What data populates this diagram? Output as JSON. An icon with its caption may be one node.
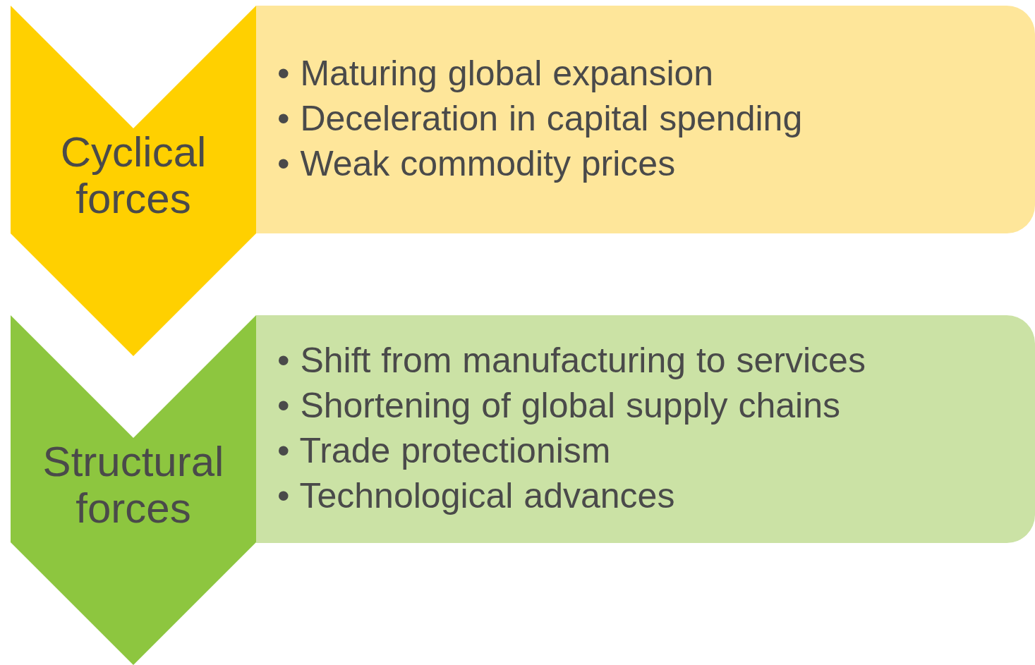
{
  "diagram": {
    "nodes": [
      {
        "text": [
          "Cyclical forces"
        ]
      },
      {
        "text": [
          "• Maturing global expansion",
          "• Deceleration in capital spending",
          "• Weak commodity prices"
        ]
      },
      {
        "text": [
          "Structural forces"
        ]
      },
      {
        "text": [
          "• Shift from manufacturing to services",
          "• Shortening of global supply chains",
          "• Trade protectionism",
          "• Technological advances"
        ]
      }
    ]
  }
}
